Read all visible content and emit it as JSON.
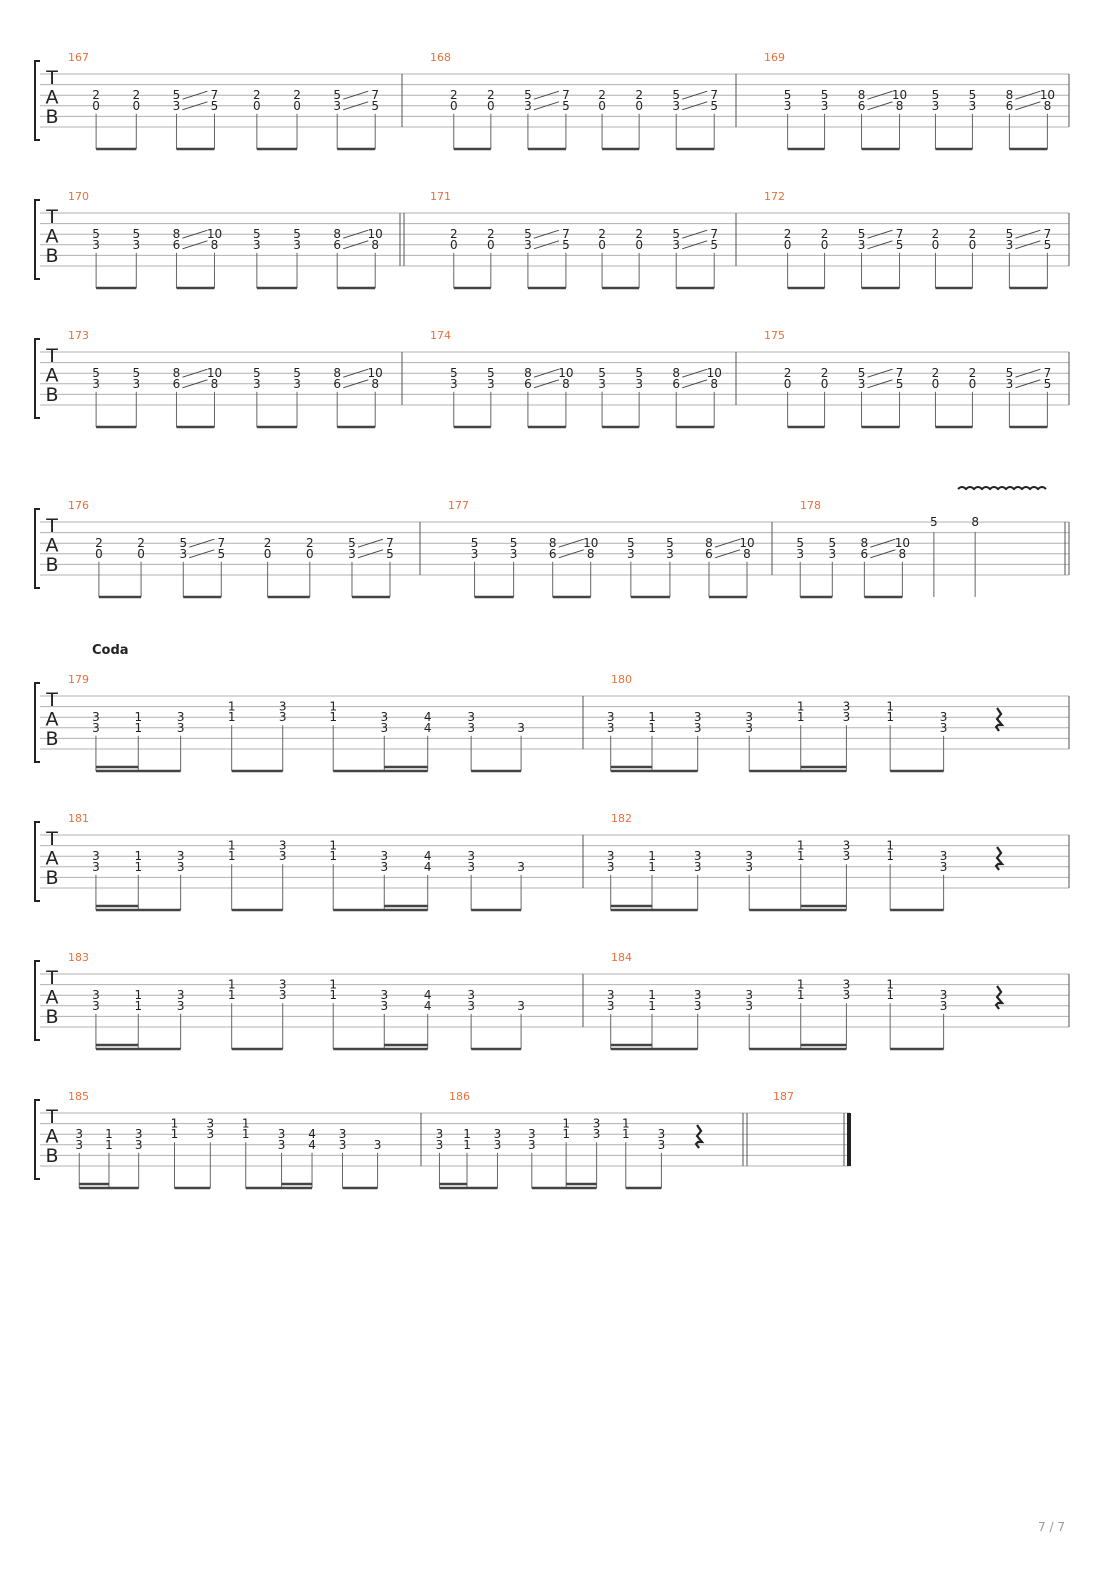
{
  "page": {
    "number": "7 / 7"
  },
  "tab_clef": [
    "T",
    "A",
    "B"
  ],
  "coda_label": "Coda",
  "patterns": {
    "A": [
      {
        "frets": [
          [
            "2",
            2
          ],
          [
            "0",
            3
          ]
        ]
      },
      {
        "frets": [
          [
            "2",
            2
          ],
          [
            "0",
            3
          ]
        ]
      },
      {
        "frets": [
          [
            "5",
            2
          ],
          [
            "3",
            3
          ]
        ],
        "slide_to": [
          [
            "7",
            2
          ],
          [
            "5",
            3
          ]
        ]
      },
      {
        "frets": [
          [
            "2",
            2
          ],
          [
            "0",
            3
          ]
        ]
      },
      {
        "frets": [
          [
            "2",
            2
          ],
          [
            "0",
            3
          ]
        ]
      },
      {
        "frets": [
          [
            "5",
            2
          ],
          [
            "3",
            3
          ]
        ],
        "slide_to": [
          [
            "7",
            2
          ],
          [
            "5",
            3
          ]
        ]
      }
    ],
    "B": [
      {
        "frets": [
          [
            "5",
            2
          ],
          [
            "3",
            3
          ]
        ]
      },
      {
        "frets": [
          [
            "5",
            2
          ],
          [
            "3",
            3
          ]
        ]
      },
      {
        "frets": [
          [
            "8",
            2
          ],
          [
            "6",
            3
          ]
        ],
        "slide_to": [
          [
            "10",
            2
          ],
          [
            "8",
            3
          ]
        ]
      },
      {
        "frets": [
          [
            "5",
            2
          ],
          [
            "3",
            3
          ]
        ]
      },
      {
        "frets": [
          [
            "5",
            2
          ],
          [
            "3",
            3
          ]
        ]
      },
      {
        "frets": [
          [
            "8",
            2
          ],
          [
            "6",
            3
          ]
        ],
        "slide_to": [
          [
            "10",
            2
          ],
          [
            "8",
            3
          ]
        ]
      }
    ],
    "C1": [
      {
        "frets": [
          [
            "3",
            2
          ],
          [
            "3",
            3
          ]
        ]
      },
      {
        "frets": [
          [
            "1",
            2
          ],
          [
            "1",
            3
          ]
        ]
      },
      {
        "frets": [
          [
            "3",
            2
          ],
          [
            "3",
            3
          ]
        ]
      },
      {
        "frets": [
          [
            "1",
            1
          ],
          [
            "1",
            2
          ]
        ]
      },
      {
        "frets": [
          [
            "3",
            1
          ],
          [
            "3",
            2
          ]
        ]
      },
      {
        "frets": [
          [
            "1",
            1
          ],
          [
            "1",
            2
          ]
        ]
      },
      {
        "frets": [
          [
            "3",
            2
          ],
          [
            "3",
            3
          ]
        ]
      },
      {
        "frets": [
          [
            "4",
            2
          ],
          [
            "4",
            3
          ]
        ]
      },
      {
        "frets": [
          [
            "3",
            2
          ],
          [
            "3",
            3
          ]
        ]
      },
      {
        "frets": [
          [
            "3",
            3
          ]
        ]
      }
    ],
    "C2": [
      {
        "frets": [
          [
            "3",
            2
          ],
          [
            "3",
            3
          ]
        ]
      },
      {
        "frets": [
          [
            "1",
            2
          ],
          [
            "1",
            3
          ]
        ]
      },
      {
        "frets": [
          [
            "3",
            2
          ],
          [
            "3",
            3
          ]
        ]
      },
      {
        "frets": [
          [
            "3",
            2
          ],
          [
            "3",
            3
          ]
        ]
      },
      {
        "frets": [
          [
            "1",
            1
          ],
          [
            "1",
            2
          ]
        ]
      },
      {
        "frets": [
          [
            "3",
            1
          ],
          [
            "3",
            2
          ]
        ]
      },
      {
        "frets": [
          [
            "1",
            1
          ],
          [
            "1",
            2
          ]
        ]
      },
      {
        "frets": [
          [
            "3",
            2
          ],
          [
            "3",
            3
          ]
        ]
      }
    ],
    "E": [
      {
        "frets": [
          [
            "5",
            2
          ],
          [
            "3",
            3
          ]
        ]
      },
      {
        "frets": [
          [
            "5",
            2
          ],
          [
            "3",
            3
          ]
        ]
      },
      {
        "frets": [
          [
            "8",
            2
          ],
          [
            "6",
            3
          ]
        ],
        "slide_to": [
          [
            "10",
            2
          ],
          [
            "8",
            3
          ]
        ]
      },
      {
        "frets": [
          [
            "5",
            0
          ]
        ],
        "stem_only": true
      },
      {
        "frets": [
          [
            "8",
            0
          ]
        ],
        "stem_only": true
      }
    ]
  },
  "systems": [
    {
      "measures": [
        {
          "number": "167",
          "pattern": "A"
        },
        {
          "number": "168",
          "pattern": "A"
        },
        {
          "number": "169",
          "pattern": "B"
        }
      ]
    },
    {
      "measures": [
        {
          "number": "170",
          "pattern": "B",
          "double_bar_after": true
        },
        {
          "number": "171",
          "pattern": "A"
        },
        {
          "number": "172",
          "pattern": "A"
        }
      ]
    },
    {
      "measures": [
        {
          "number": "173",
          "pattern": "B"
        },
        {
          "number": "174",
          "pattern": "B"
        },
        {
          "number": "175",
          "pattern": "A"
        }
      ]
    },
    {
      "measures": [
        {
          "number": "176",
          "pattern": "A"
        },
        {
          "number": "177",
          "pattern": "B"
        },
        {
          "number": "178",
          "pattern": "E",
          "vibrato": true,
          "final_double_bar": true
        }
      ]
    },
    {
      "measures": [
        {
          "number": "179",
          "pattern": "C1"
        },
        {
          "number": "180",
          "pattern": "C2",
          "rest": "quarter"
        }
      ]
    },
    {
      "measures": [
        {
          "number": "181",
          "pattern": "C1"
        },
        {
          "number": "182",
          "pattern": "C2",
          "rest": "quarter"
        }
      ]
    },
    {
      "measures": [
        {
          "number": "183",
          "pattern": "C1"
        },
        {
          "number": "184",
          "pattern": "C2",
          "rest": "quarter"
        }
      ]
    },
    {
      "measures": [
        {
          "number": "185",
          "pattern": "C1"
        },
        {
          "number": "186",
          "pattern": "C2",
          "rest": "quarter",
          "double_bar_after": true
        },
        {
          "number": "187",
          "pattern": null,
          "end_bar": true
        }
      ]
    }
  ]
}
